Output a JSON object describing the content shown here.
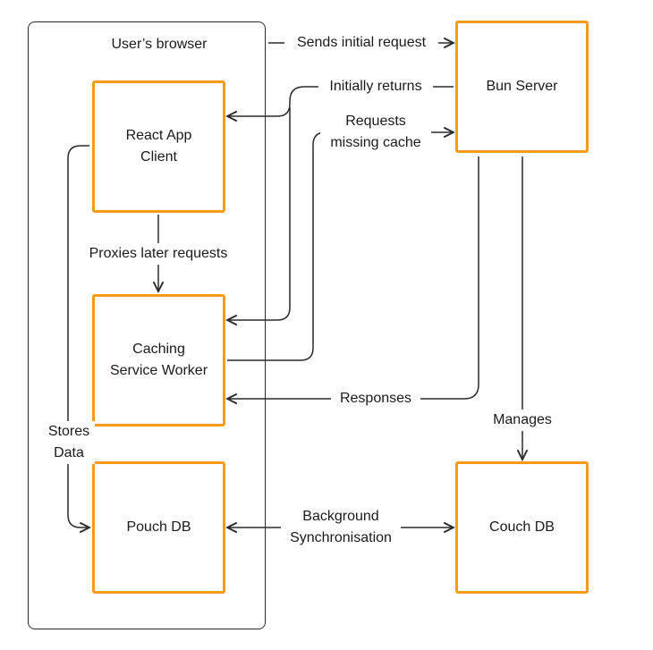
{
  "browser": {
    "title": "User’s browser"
  },
  "nodes": {
    "react_app": "React App\nClient",
    "service_worker": "Caching\nService Worker",
    "pouch_db": "Pouch DB",
    "bun_server": "Bun Server",
    "couch_db": "Couch DB"
  },
  "edges": {
    "sends_initial": "Sends initial request",
    "initially_returns": "Initially returns",
    "requests_missing": "Requests\nmissing cache",
    "proxies_later": "Proxies later requests",
    "responses": "Responses",
    "stores_data": "Stores\nData",
    "manages": "Manages",
    "background_sync": "Background\nSynchronisation"
  },
  "colors": {
    "node_border": "#f59b1a",
    "line": "#2a2a2a"
  }
}
